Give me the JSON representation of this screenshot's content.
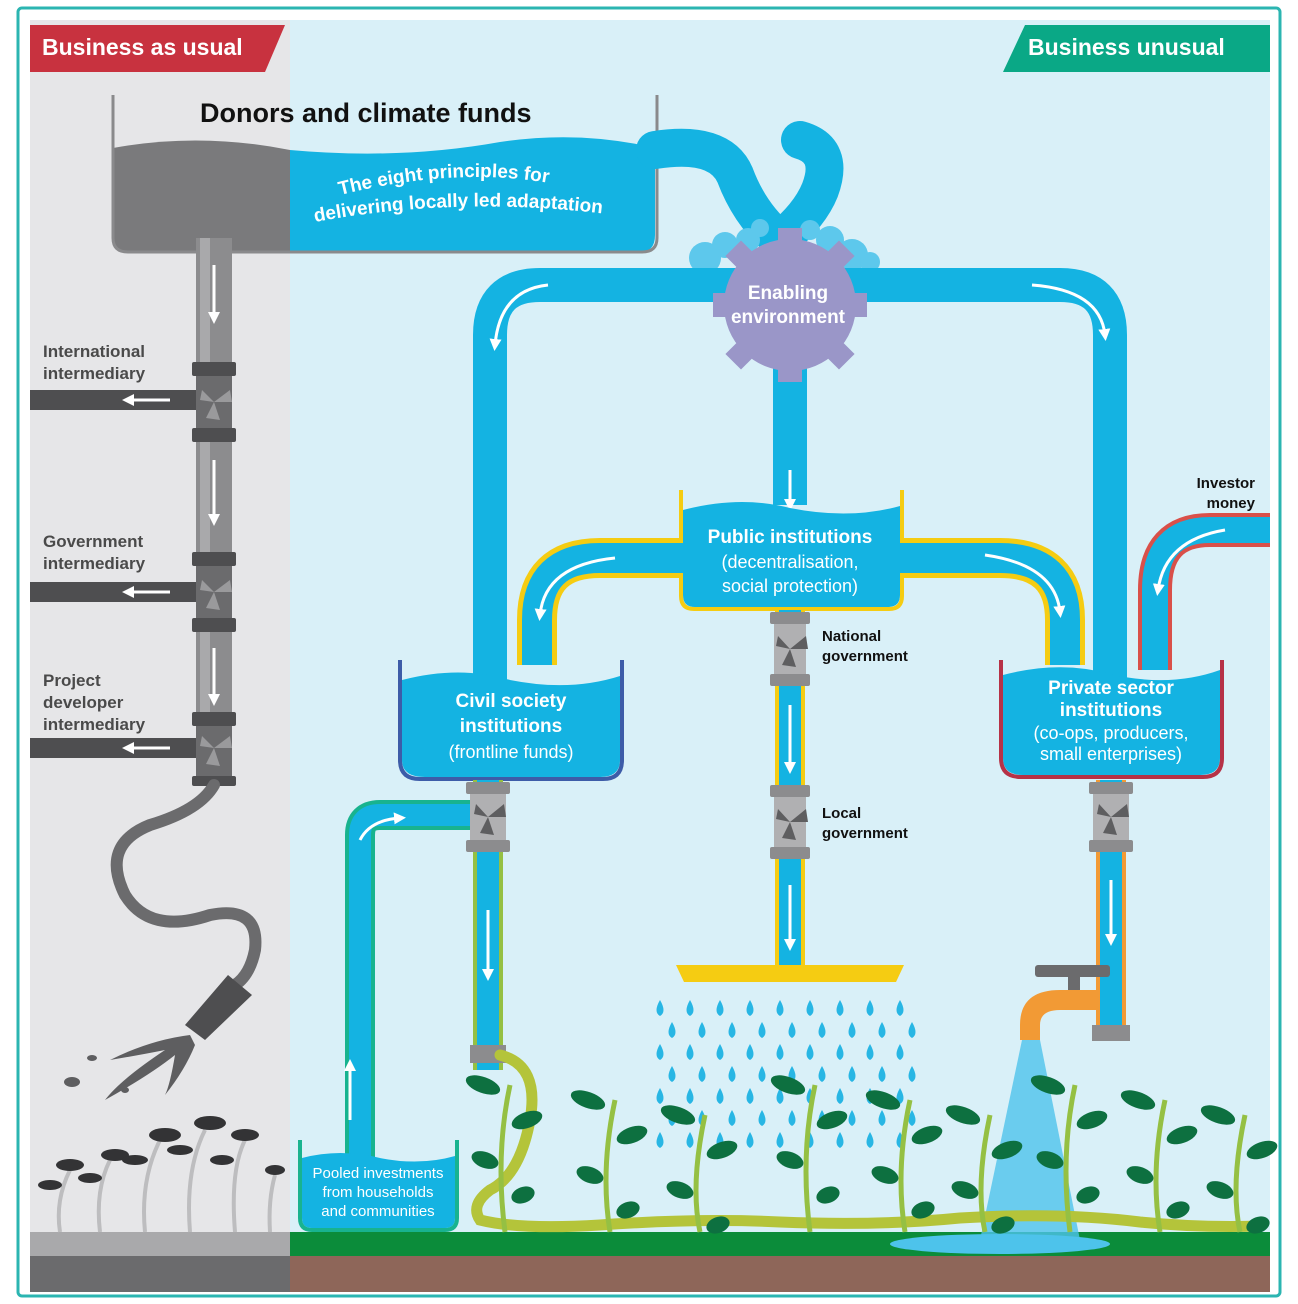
{
  "title": "Donors and climate funds",
  "banners": {
    "left": "Business as usual",
    "right": "Business unusual"
  },
  "principles": {
    "line1": "The eight principles for",
    "line2": "delivering locally led adaptation"
  },
  "enabling": {
    "line1": "Enabling",
    "line2": "environment"
  },
  "left_labels": [
    {
      "line1": "International",
      "line2": "intermediary"
    },
    {
      "line1": "Government",
      "line2": "intermediary"
    },
    {
      "line1": "Project",
      "line2": "developer",
      "line3": "intermediary"
    }
  ],
  "public_institutions": {
    "title": "Public institutions",
    "line2": "(decentralisation,",
    "line3": "social protection)"
  },
  "civil_society": {
    "line1": "Civil society",
    "line2": "institutions",
    "line3": "(frontline funds)"
  },
  "private_sector": {
    "line1": "Private sector",
    "line2": "institutions",
    "line3": "(co-ops, producers,",
    "line4": "small enterprises)"
  },
  "investor": {
    "line1": "Investor",
    "line2": "money"
  },
  "national_gov": {
    "line1": "National",
    "line2": "government"
  },
  "local_gov": {
    "line1": "Local",
    "line2": "government"
  },
  "pooled": {
    "line1": "Pooled investments",
    "line2": "from households",
    "line3": "and communities"
  },
  "colors": {
    "frame": "#2bb5b1",
    "banner_left": "#c8323f",
    "banner_right": "#0aa886",
    "water": "#14b3e2",
    "grey_pipe": "#5e5e60",
    "gear": "#9a96c8",
    "public_outline": "#f5cc12",
    "civil_outline": "#3d5ca8",
    "private_outline": "#b63247",
    "pooled_outline": "#18b38f",
    "soil": "#8e6659",
    "grass": "#0b8c3a",
    "leaf": "#0d7040",
    "stem": "#95c043",
    "faucet": "#f29a35"
  }
}
